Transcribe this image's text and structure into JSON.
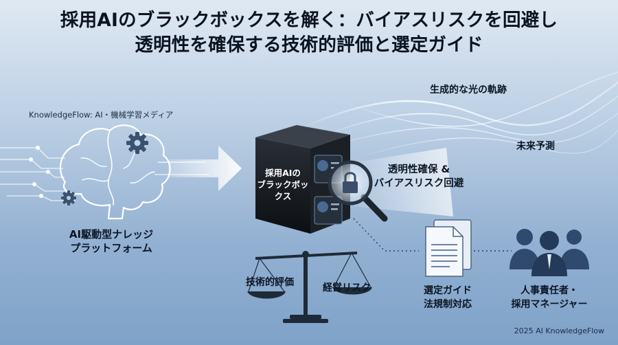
{
  "title": {
    "line1": "採用AIのブラックボックスを解く：バイアスリスクを回避し",
    "line2": "透明性を確保する技術的評価と選定ガイド"
  },
  "source_label": "KnowledgeFlow: AI・機械学習メディア",
  "footer": "2025 AI KnowledgeFlow",
  "labels": {
    "light_trail": "生成的な光の軌跡",
    "future_prediction": "未来予測",
    "blackbox_line1": "採用AIの",
    "blackbox_line2": "ブラックボッ",
    "blackbox_line3": "クス",
    "transparency_line1": "透明性確保 &",
    "transparency_line2": "バイアスリスク回避",
    "platform_line1": "AI駆動型ナレッジ",
    "platform_line2": "プラットフォーム",
    "tech_eval": "技術的評価",
    "mgmt_risk": "経営リスク",
    "guide_line1": "選定ガイド",
    "guide_line2": "法規制対応",
    "hr_line1": "人事責任者・",
    "hr_line2": "採用マネージャー"
  },
  "colors": {
    "accent_glow": "#ffffff",
    "cube_dark": "#15191f",
    "icon_blue": "#2f4a6e"
  }
}
